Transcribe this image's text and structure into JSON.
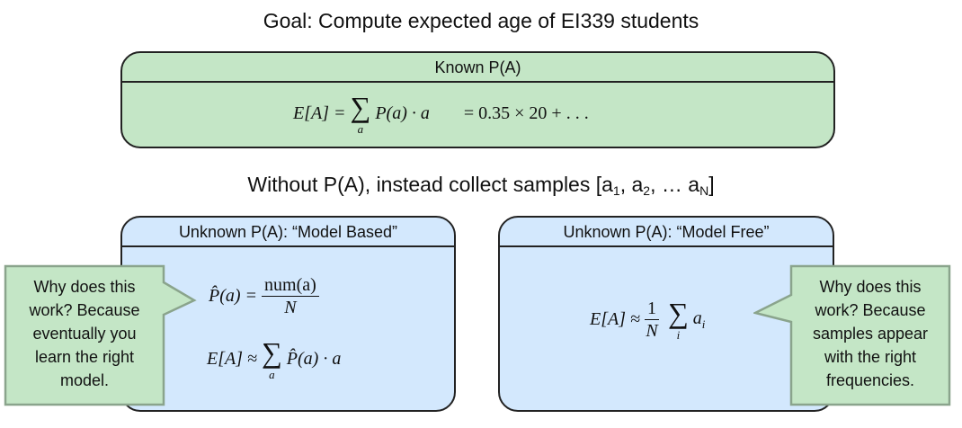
{
  "goal_title": "Goal: Compute expected age of EI339 students",
  "known": {
    "header": "Known P(A)",
    "lhs": "E[A] =",
    "sum_index": "a",
    "term": "P(a) · a",
    "rhs": "= 0.35 × 20 + . . ."
  },
  "without": {
    "text_prefix": "Without P(A), instead collect samples [a",
    "sub1": "1",
    "sep1": ", a",
    "sub2": "2",
    "sep2": ", … a",
    "subN": "N",
    "text_suffix": "]"
  },
  "model_based": {
    "header": "Unknown P(A): “Model Based”",
    "phat_lhs": "P̂(a) =",
    "frac_num": "num(a)",
    "frac_den": "N",
    "exp_lhs": "E[A] ≈",
    "sum_index": "a",
    "exp_term": "P̂(a) · a"
  },
  "model_free": {
    "header": "Unknown P(A): “Model Free”",
    "exp_lhs": "E[A] ≈",
    "frac_num": "1",
    "frac_den": "N",
    "sum_index": "i",
    "term_base": "a",
    "term_sub": "i"
  },
  "callout_left": {
    "lines": [
      "Why does this",
      "work?  Because",
      "eventually you",
      "learn the right",
      "model."
    ]
  },
  "callout_right": {
    "lines": [
      "Why does this",
      "work?  Because",
      "samples appear",
      "with the right",
      "frequencies."
    ]
  },
  "colors": {
    "known_fill": "#c4e6c6",
    "unknown_fill": "#d3e8fd",
    "callout_fill": "#c4e6c6",
    "callout_stroke": "#8aa48c"
  }
}
